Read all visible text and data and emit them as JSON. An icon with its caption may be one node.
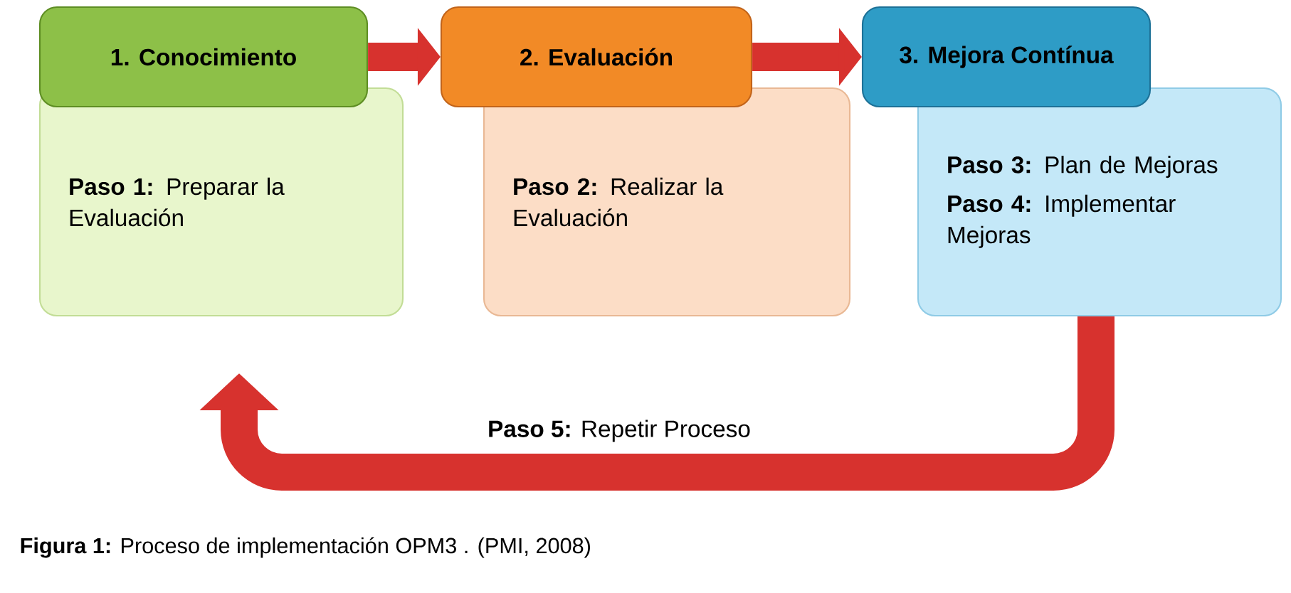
{
  "diagram": {
    "caption": "**Figura 1:** Proceso de implementación OPM3 . (PMI, 2008)",
    "nodes": [
      {
        "text": [
          "1. Conocimiento"
        ]
      },
      {
        "text": [
          "**Paso 1:** Preparar la Evaluación"
        ]
      },
      {
        "text": [
          "2. Evaluación"
        ]
      },
      {
        "text": [
          "**Paso 2:** Realizar la Evaluación"
        ]
      },
      {
        "text": [
          "3. Mejora Contínua"
        ]
      },
      {
        "text": [
          "**Paso 3:** Plan de Mejoras",
          "**Paso 4:** Implementar Mejoras"
        ]
      }
    ],
    "edges": [
      {
        "from": 0,
        "to": 2,
        "arrow": "to"
      },
      {
        "from": 2,
        "to": 4,
        "arrow": "to"
      },
      {
        "from": 5,
        "to": 1,
        "arrow": "to",
        "label": "**Paso 5:** Repetir Proceso"
      }
    ]
  }
}
